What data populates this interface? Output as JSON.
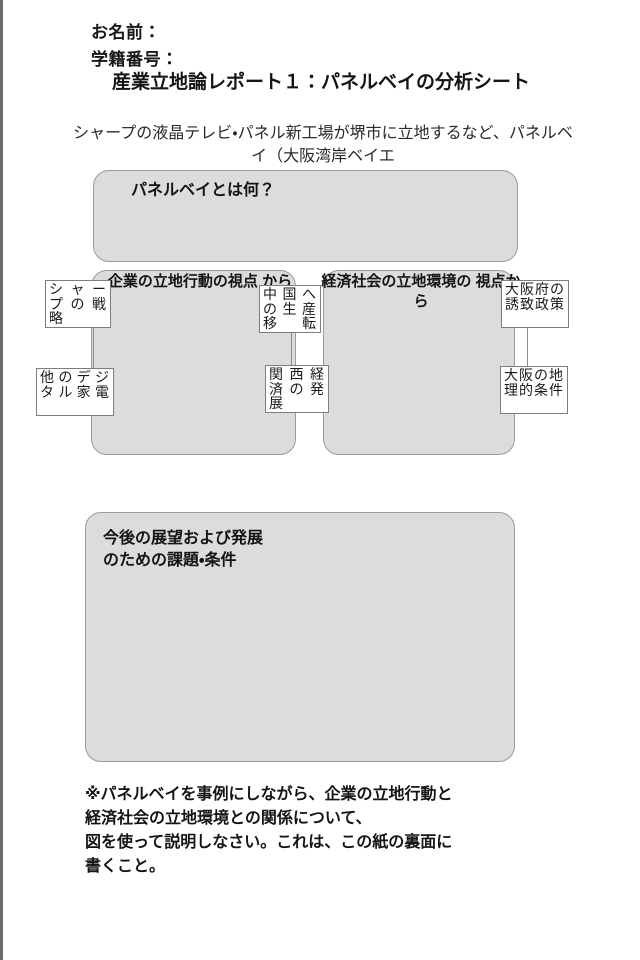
{
  "sheet": {
    "name_label": "お名前：",
    "student_id_label": "学籍番号：",
    "report_title": "産業立地論レポート１：パネルベイの分析シート",
    "lead_text": "シャープの液晶テレビ・パネル新工場が堺市に立地するなど、パネルベイ（大阪湾岸ベイエ"
  },
  "panels": {
    "what_is": {
      "title": "パネルベイとは何？"
    },
    "firm_perspective": {
      "title": "企業の立地行動の視点\nから"
    },
    "economy_perspective": {
      "title": "経済社会の立地環境の\n視点から"
    },
    "future": {
      "title": "今後の展望および発展\nのための課題・条件"
    }
  },
  "factors": {
    "firm": [
      {
        "id": "sharp-strategy",
        "text": "シャープの戦略"
      },
      {
        "id": "other-digital-appliances",
        "text": "他のデジタル家電"
      }
    ],
    "middle": [
      {
        "id": "china-production-shift",
        "text": "中国への生産移転"
      },
      {
        "id": "kansai-economy-growth",
        "text": "関西経済の発展"
      }
    ],
    "economy": [
      {
        "id": "osaka-attraction-policy",
        "text": "大阪府の誘致政策"
      },
      {
        "id": "osaka-geographic-conditions",
        "text": "大阪の地理的条件"
      }
    ]
  },
  "footer": {
    "note": "※パネルベイを事例にしながら、企業の立地行動と\n経済社会の立地環境との関係について、\n図を使って説明しなさい。これは、この紙の裏面に\n書くこと。"
  },
  "colors": {
    "panel_fill": "#dcdcdc",
    "panel_border": "#9b9b9b",
    "factor_fill": "#ffffff",
    "factor_border": "#7d7d7d",
    "text": "#141414",
    "page_edge": "#6b6b73"
  }
}
